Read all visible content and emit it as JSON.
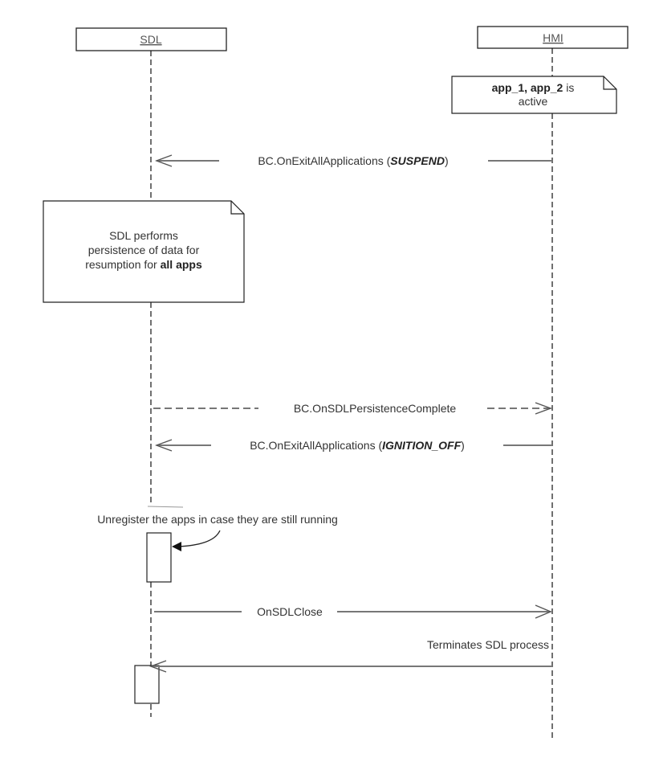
{
  "diagram": {
    "type": "sequence",
    "participants": [
      {
        "id": "sdl",
        "label": "SDL"
      },
      {
        "id": "hmi",
        "label": "HMI"
      }
    ],
    "notes": {
      "hmi_active": {
        "parts": [
          {
            "text": "app_1, app_2",
            "bold": true
          },
          {
            "text": " is",
            "bold": false
          }
        ],
        "line2": "active"
      },
      "sdl_persistence": {
        "line1": "SDL performs",
        "line2": "persistence of data for",
        "line3_plain": "resumption for ",
        "line3_bold": "all apps"
      },
      "unregister": "Unregister the apps in case they are still running"
    },
    "messages": [
      {
        "id": "m1",
        "from": "hmi",
        "to": "sdl",
        "style": "solid",
        "label": "BC.OnExitAllApplications (",
        "param": "SUSPEND",
        "suffix": ")"
      },
      {
        "id": "m2",
        "from": "sdl",
        "to": "hmi",
        "style": "dashed",
        "label": "BC.OnSDLPersistenceComplete",
        "param": "",
        "suffix": ""
      },
      {
        "id": "m3",
        "from": "hmi",
        "to": "sdl",
        "style": "solid",
        "label": "BC.OnExitAllApplications (",
        "param": "IGNITION_OFF",
        "suffix": ")"
      },
      {
        "id": "m4",
        "from": "sdl",
        "to": "hmi",
        "style": "solid",
        "label": "OnSDLClose",
        "param": "",
        "suffix": ""
      },
      {
        "id": "m5",
        "from": "hmi",
        "to": "sdl",
        "style": "solid",
        "label": "Terminates SDL process",
        "param": "",
        "suffix": ""
      }
    ]
  }
}
